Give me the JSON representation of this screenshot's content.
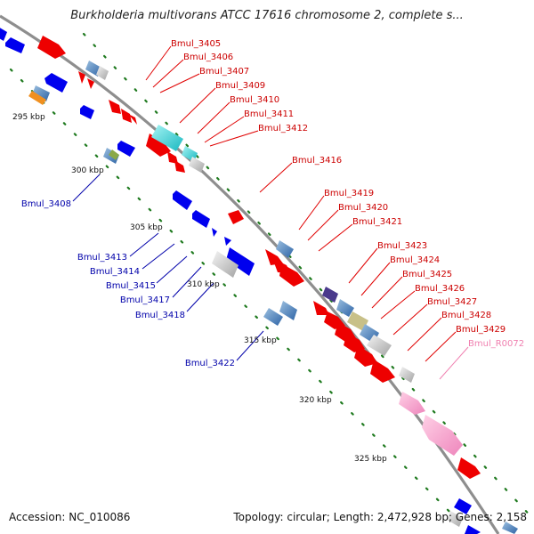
{
  "title": "Burkholderia multivorans ATCC 17616 chromosome 2, complete s...",
  "footer": {
    "accession": "Accession: NC_010086",
    "summary": "Topology: circular; Length: 2,472,928 bp; Genes: 2,158"
  },
  "colors": {
    "backbone": "#8a8a8a",
    "tick": "#1f7a1f",
    "forward_gene": "#e8000b",
    "reverse_gene": "#0000e0",
    "forward_label": "#cc0000",
    "reverse_label": "#0000aa",
    "rna_label": "#f080b0"
  },
  "ticks": [
    "295 kbp",
    "300 kbp",
    "305 kbp",
    "310 kbp",
    "315 kbp",
    "320 kbp",
    "325 kbp"
  ],
  "forward_labels": [
    "Bmul_3405",
    "Bmul_3406",
    "Bmul_3407",
    "Bmul_3409",
    "Bmul_3410",
    "Bmul_3411",
    "Bmul_3412",
    "Bmul_3416",
    "Bmul_3419",
    "Bmul_3420",
    "Bmul_3421",
    "Bmul_3423",
    "Bmul_3424",
    "Bmul_3425",
    "Bmul_3426",
    "Bmul_3427",
    "Bmul_3428",
    "Bmul_3429"
  ],
  "rna_labels": [
    "Bmul_R0072"
  ],
  "reverse_labels": [
    "Bmul_3408",
    "Bmul_3413",
    "Bmul_3414",
    "Bmul_3415",
    "Bmul_3417",
    "Bmul_3418",
    "Bmul_3422"
  ]
}
